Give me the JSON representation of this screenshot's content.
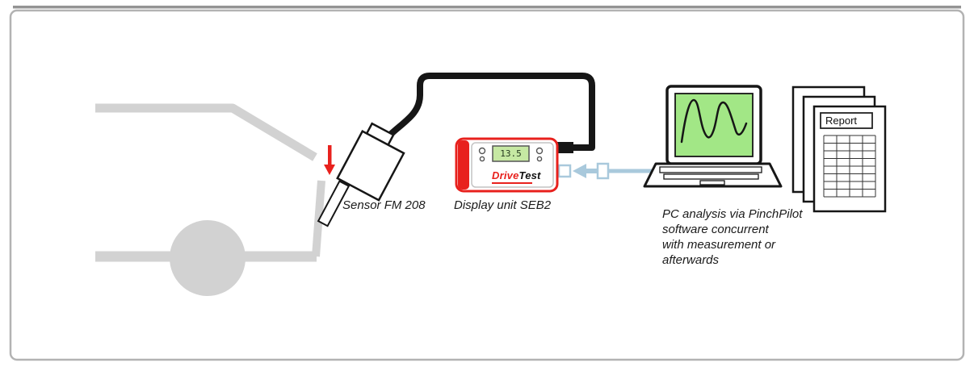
{
  "colors": {
    "ink": "#161616",
    "brand_red": "#e8211d",
    "lcd_green": "#c6e8a3",
    "screen_green": "#a2e786",
    "cable_blue": "#a9c9dc",
    "car_gray": "#d2d2d2",
    "frame_gray": "#b3b3b3"
  },
  "sensor": {
    "label": "Sensor FM 208"
  },
  "display_unit": {
    "label": "Display unit SEB2",
    "lcd_value": "13.5",
    "brand_part1": "Drive",
    "brand_part2": "Test"
  },
  "pc": {
    "caption": "PC analysis via PinchPilot\nsoftware concurrent\nwith measurement or\nafterwards"
  },
  "report": {
    "title": "Report"
  }
}
